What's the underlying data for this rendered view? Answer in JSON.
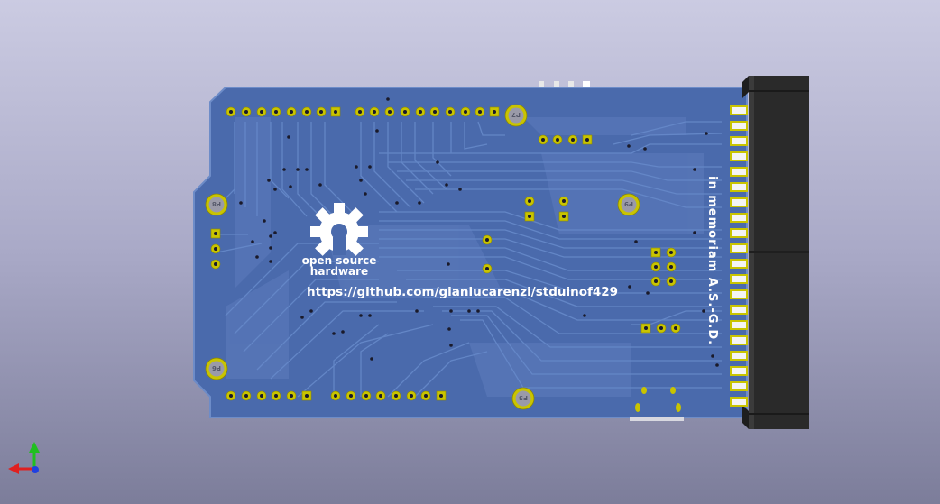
{
  "board": {
    "logo_line1": "open source",
    "logo_line2": "hardware",
    "url_text": "https://github.com/gianlucarenzi/stduinof429",
    "memorial_text": "in memoriam A.S.-G.D."
  },
  "holes": [
    {
      "label": "P7"
    },
    {
      "label": "P8"
    },
    {
      "label": "P9"
    },
    {
      "label": "P6"
    },
    {
      "label": "P5"
    }
  ],
  "colors": {
    "board": "#4a6aac",
    "copper_trace": "#5f80c0",
    "pad": "#c9c400",
    "silkscreen": "#ffffff",
    "connector": "#2b2b2b",
    "axis_x": "#e02020",
    "axis_y": "#20c020",
    "axis_z": "#2040e0"
  },
  "axes": {
    "x_icon": "axis-x-arrow",
    "y_icon": "axis-y-arrow",
    "z_icon": "axis-z-arrow"
  }
}
